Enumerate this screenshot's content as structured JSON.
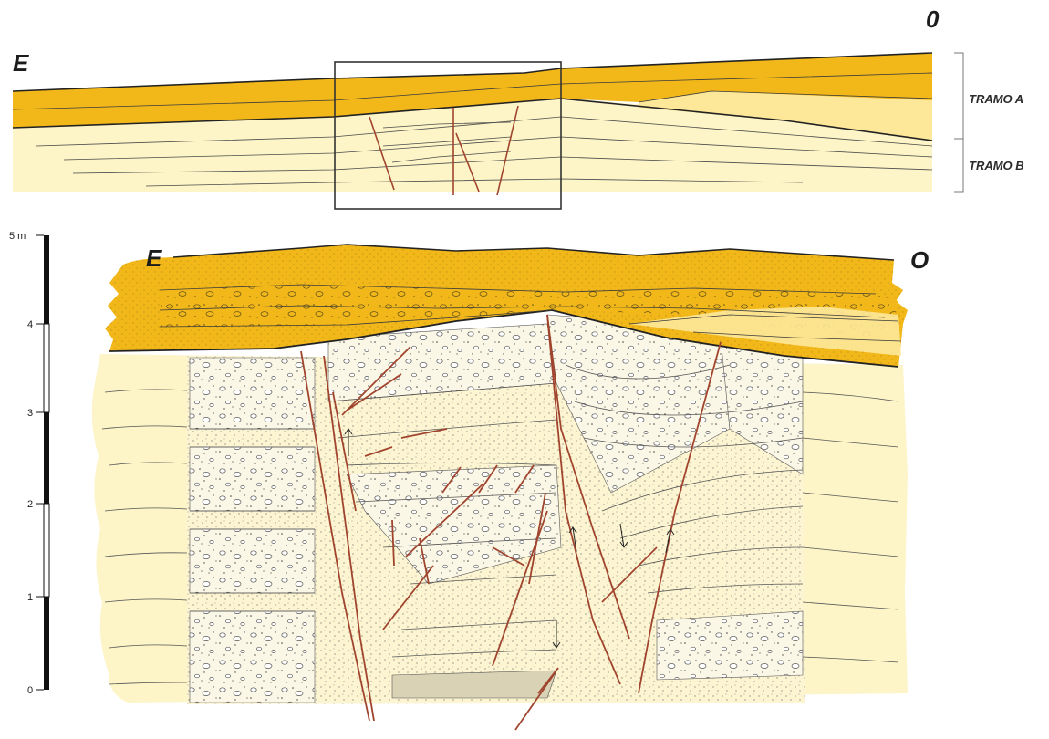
{
  "top_section": {
    "left_orientation": "E",
    "right_orientation": "0",
    "units": [
      {
        "label": "TRAMO A"
      },
      {
        "label": "TRAMO B"
      }
    ]
  },
  "detail_section": {
    "left_orientation": "E",
    "right_orientation": "O"
  },
  "scale_bar": {
    "unit_label": "5 m",
    "tick_labels": [
      "0",
      "1",
      "2",
      "3",
      "4"
    ]
  },
  "colors": {
    "upper_unit": "#F2B81A",
    "lower_unit": "#FDF4C7",
    "pale_wedge": "#FDE89A",
    "fault": "#A0442E",
    "outline": "#222222",
    "detail_box": "#333333"
  }
}
